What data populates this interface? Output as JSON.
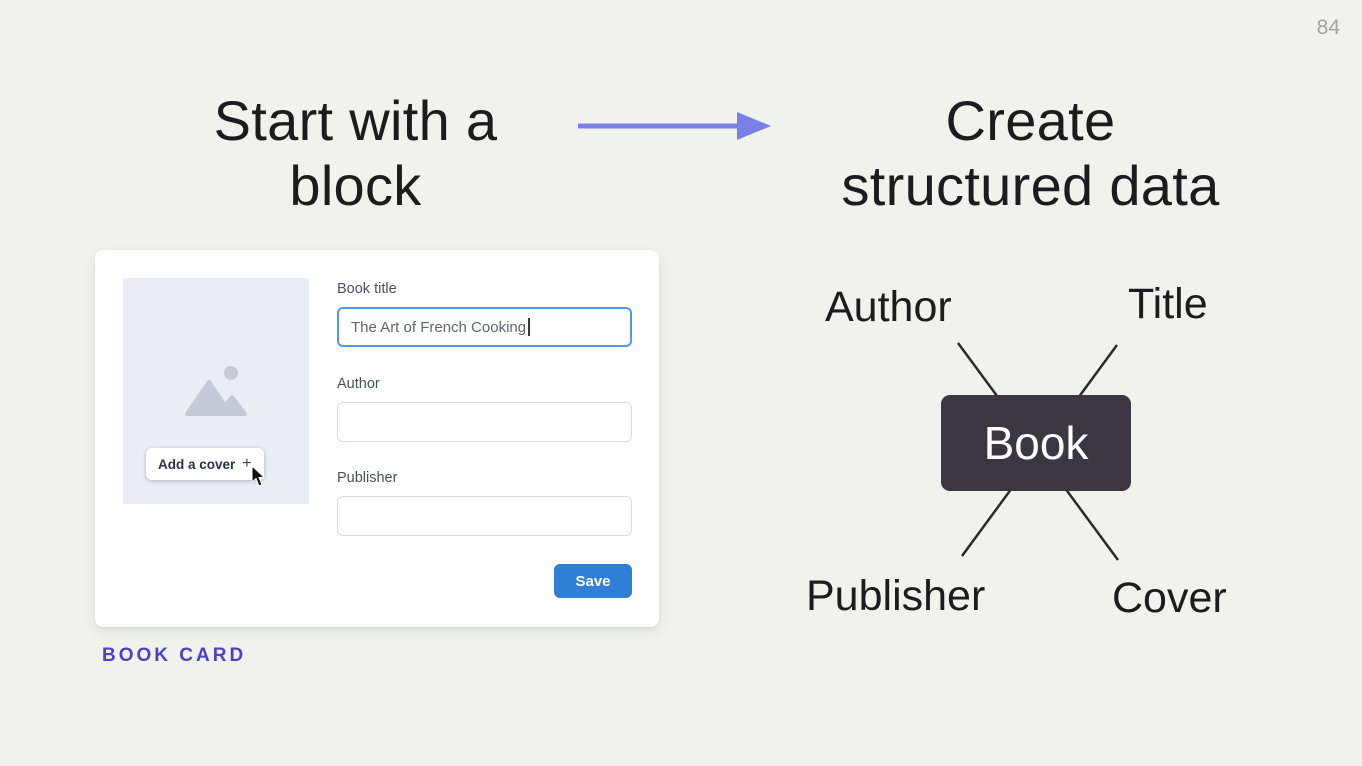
{
  "page": {
    "number": "84"
  },
  "left_heading": {
    "line1": "Start with a",
    "line2": "block"
  },
  "right_heading": {
    "line1": "Create",
    "line2": "structured data"
  },
  "book_card": {
    "caption": "BOOK CARD",
    "add_cover_label": "Add a cover",
    "plus_glyph": "+",
    "fields": {
      "title": {
        "label": "Book title",
        "value": "The Art of French Cooking"
      },
      "author": {
        "label": "Author",
        "value": ""
      },
      "publisher": {
        "label": "Publisher",
        "value": ""
      }
    },
    "save_label": "Save"
  },
  "diagram": {
    "center_label": "Book",
    "top_left": "Author",
    "top_right": "Title",
    "bottom_left": "Publisher",
    "bottom_right": "Cover"
  },
  "colors": {
    "background": "#f0f2ec",
    "heading_text": "#1c1c1f",
    "arrow": "#7b80e8",
    "accent_purple": "#4c42c6",
    "focused_input_border": "#4b9bea",
    "save_button": "#2f7fd6",
    "book_box": "#3b3642",
    "cover_placeholder": "#e9edf4"
  }
}
